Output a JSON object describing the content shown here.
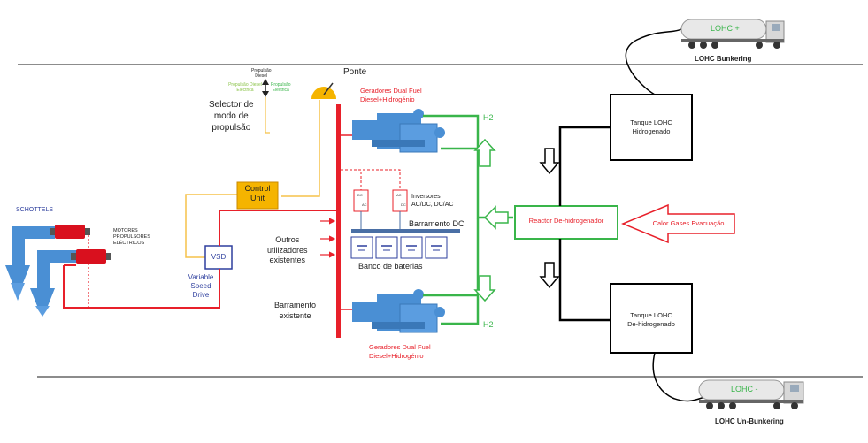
{
  "colors": {
    "red": "#e8202a",
    "green": "#39b54a",
    "blue": "#2e3f9e",
    "orange": "#f5b400",
    "yellow_line": "#f5c24a",
    "equipment_blue": "#4a8fd4",
    "black": "#000000"
  },
  "labels": {
    "ponte": "Ponte",
    "propulsao_diesel": [
      "Propulsão",
      "Diesel"
    ],
    "propulsao_diesel_eletrica": "Propulsão Diesel Eléctrica",
    "propulsao_eletrica": [
      "Propulsão",
      "Eléctrica"
    ],
    "selector": [
      "Selector de",
      "modo de",
      "propulsão"
    ],
    "control_unit": [
      "Control",
      "Unit"
    ],
    "vsd": "VSD",
    "variable_speed_drive": [
      "Variable",
      "Speed",
      "Drive"
    ],
    "schottels": "SCHOTTELS",
    "motores": [
      "MOTORES",
      "PROPULSORES",
      "ELÉCTRICOS"
    ],
    "geradores_top": [
      "Geradores Dual Fuel",
      "Diesel+Hidrogénio"
    ],
    "geradores_bottom": [
      "Geradores Dual Fuel",
      "Diesel+Hidrogénio"
    ],
    "h2_top": "H2",
    "h2_bottom": "H2",
    "inversores": [
      "Inversores",
      "AC/DC, DC/AC"
    ],
    "barramento_dc": "Barramento DC",
    "banco_baterias": "Banco de baterias",
    "outros": [
      "Outros",
      "utilizadores",
      "existentes"
    ],
    "barramento_existente": [
      "Barramento",
      "existente"
    ],
    "reactor": "Reactor De-hidrogenador",
    "calor": "Calor Gases Evacuação",
    "tanque_hidrogenado": [
      "Tanque LOHC",
      "Hidrogenado"
    ],
    "tanque_dehidrogenado": [
      "Tanque LOHC",
      "De-hidrogenado"
    ],
    "lohc_plus": "LOHC +",
    "lohc_minus": "LOHC -",
    "lohc_bunkering": "LOHC Bunkering",
    "lohc_unbunkering": "LOHC Un-Bunkering",
    "inv_ac1": "DC",
    "inv_ac2": "AC",
    "inv_dc1": "AC",
    "inv_dc2": "DC"
  }
}
